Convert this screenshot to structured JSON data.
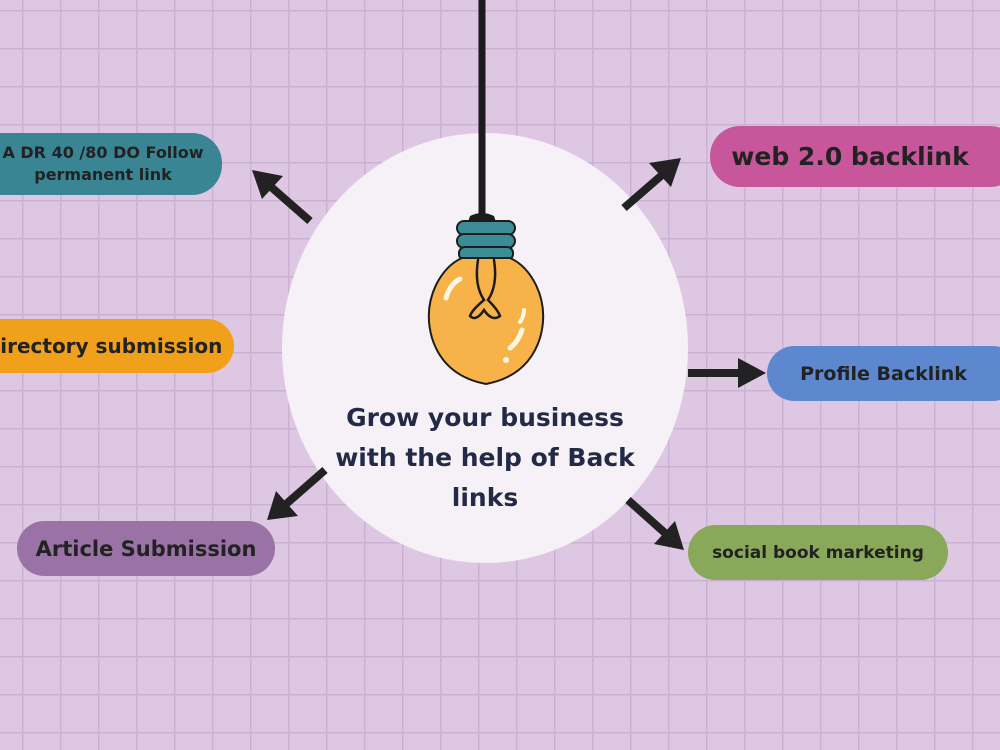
{
  "center": {
    "lines": [
      "Grow your business",
      "with the help of Back",
      "links"
    ]
  },
  "nodes": {
    "da_follow": {
      "line1": "A DR 40 /80 DO Follow",
      "line2": "permanent link",
      "color": "#3a8593"
    },
    "directory": {
      "label": "Directory submission",
      "color": "#f0a01a"
    },
    "article": {
      "label": "Article Submission",
      "color": "#9a72a6"
    },
    "web20": {
      "label": "web 2.0 backlink",
      "color": "#c7579a"
    },
    "profile": {
      "label": "Profile Backlink",
      "color": "#5d87cf"
    },
    "social": {
      "label": "social book marketing",
      "color": "#89a85a"
    }
  },
  "icons": {
    "center_image": "lightbulb-icon",
    "connectors": "arrow-icon"
  }
}
